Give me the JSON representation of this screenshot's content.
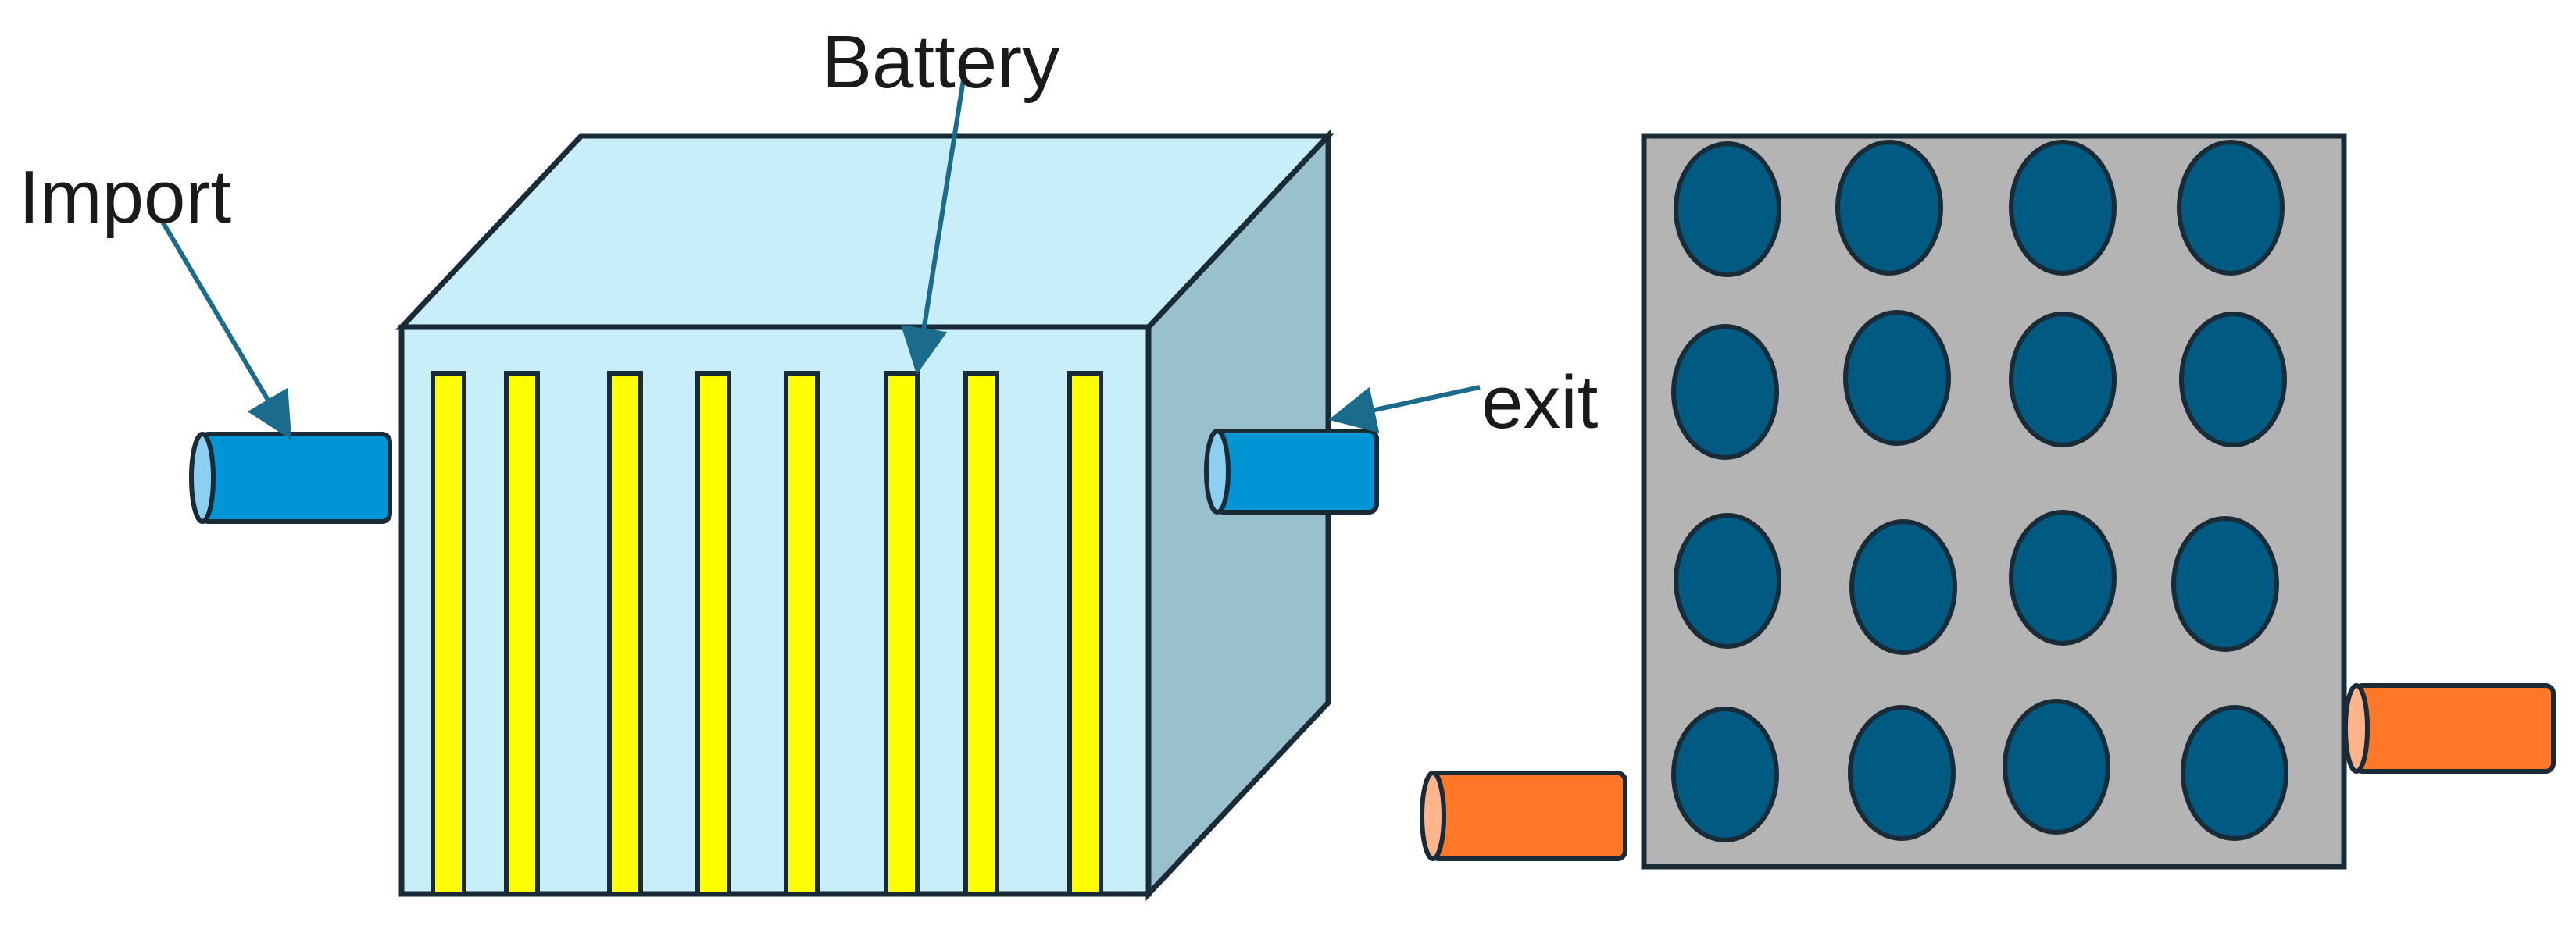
{
  "labels": {
    "battery": "Battery",
    "import": "Import",
    "exit": "exit"
  },
  "colors": {
    "box_front": "#c8eefa",
    "box_top": "#c8eefa",
    "box_side": "#98c1cd",
    "outline": "#1a2b38",
    "cell_strip": "#ffff00",
    "pipe_blue": "#0096d6",
    "pipe_blue_cap": "#8ccff0",
    "pointer_arrow": "#1a6b8c",
    "plate": "#b4b4b4",
    "cell_circle": "#005a82",
    "pipe_orange": "#ff7828",
    "pipe_orange_cap": "#ffb48c"
  },
  "battery_box": {
    "cell_strip_count": 8,
    "inlet_pipe": "import-pipe",
    "outlet_pipe": "exit-pipe"
  },
  "cross_section": {
    "rows": 4,
    "cols": 4,
    "pipes": [
      "left-orange-pipe",
      "right-orange-pipe"
    ]
  }
}
